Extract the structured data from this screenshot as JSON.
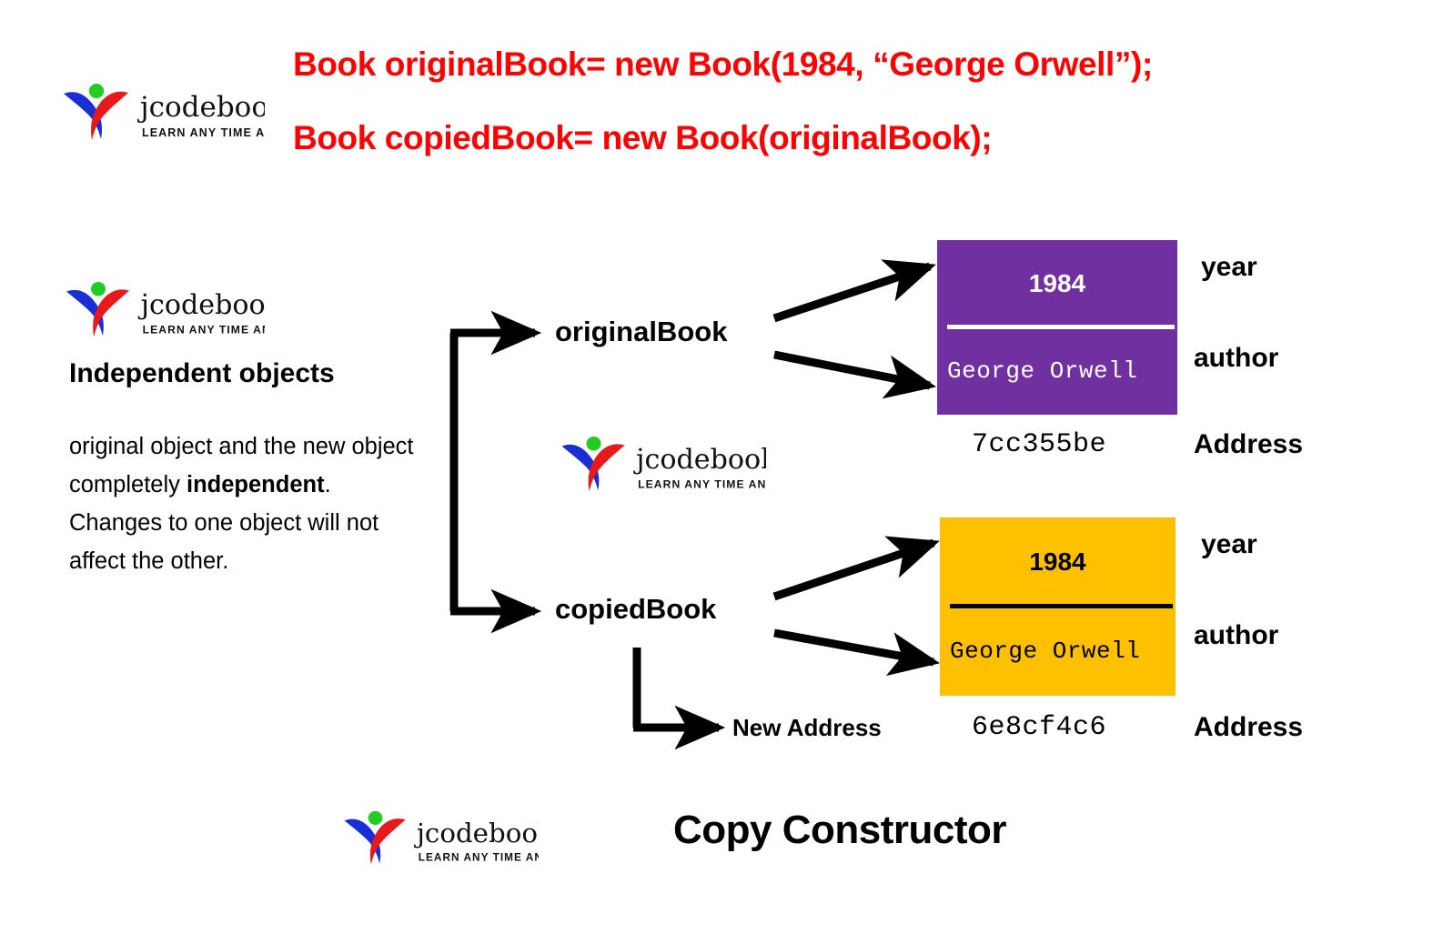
{
  "brand": {
    "name": "jcodebook",
    "tagline": "LEARN ANY TIME ANY WHERE",
    "colors": {
      "head": "#22cc22",
      "left_arm": "#1a2ed6",
      "right_arm": "#e8191c",
      "wordmark": "#111111"
    }
  },
  "code": {
    "line1": "Book originalBook= new Book(1984, “George Orwell”);",
    "line2": "Book copiedBook= new Book(originalBook);",
    "color": "#FF0000"
  },
  "explanation": {
    "heading": "Independent objects",
    "body_part1": "original object and the new object completely ",
    "body_bold": "independent",
    "body_part2": ". Changes to one object will not affect the other."
  },
  "variables": {
    "original": "originalBook",
    "copied": "copiedBook",
    "new_address_note": "New Address"
  },
  "objects": [
    {
      "id": "original",
      "year": "1984",
      "author": "George Orwell",
      "address": "7cc355be",
      "fill": "#7030A0",
      "text_color": "#FFFFFF"
    },
    {
      "id": "copied",
      "year": "1984",
      "author": "George Orwell",
      "address": "6e8cf4c6",
      "fill": "#FFC000",
      "text_color": "#000000"
    }
  ],
  "field_labels": {
    "year": "year",
    "author": "author",
    "address": "Address"
  },
  "footer": {
    "title": "Copy Constructor"
  }
}
